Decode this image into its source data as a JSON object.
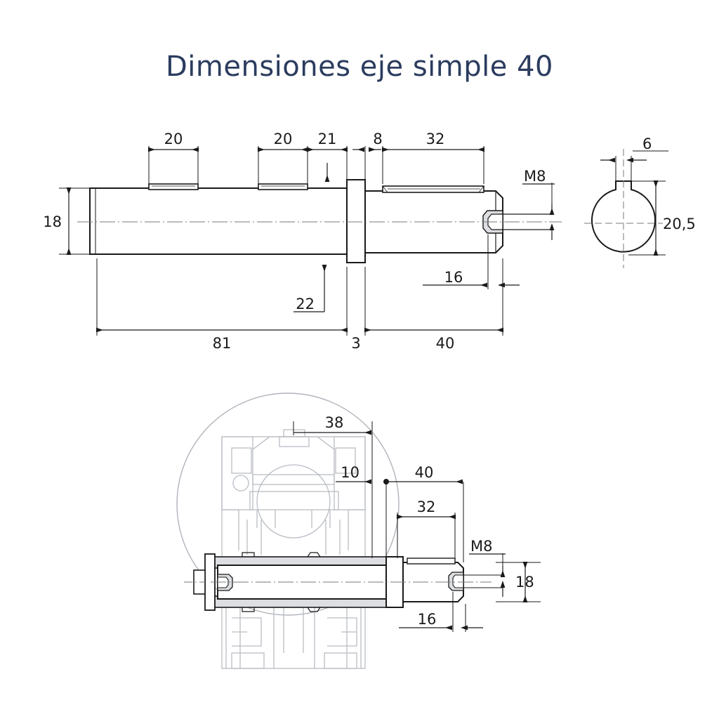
{
  "page": {
    "background_color": "#ffffff",
    "title_color": "#2b3c5e",
    "line_color": "#1a1a1a",
    "ghost_color": "#b8bcc4",
    "fill_gray": "#e2e3e6"
  },
  "header": {
    "title": "Dimensiones eje simple 40"
  },
  "views": {
    "main_side_view": {
      "name": "upper-shaft-side-view",
      "description": "Vista lateral del eje simple con chaveteros y rosca M8"
    },
    "section_view": {
      "name": "shaft-cross-section",
      "description": "Seccion transversal del eje con chavetero"
    },
    "assembly_view": {
      "name": "lower-assembly-view",
      "description": "Eje montado en reductor (contorno fantasma)"
    }
  },
  "dimensions": {
    "upper_top": [
      {
        "label": "20",
        "id": "dim-keyway1-length"
      },
      {
        "label": "20",
        "id": "dim-keyway2-length"
      },
      {
        "label": "21",
        "id": "dim-keyway2-to-collar"
      },
      {
        "label": "8",
        "id": "dim-collar-to-keyway3"
      },
      {
        "label": "32",
        "id": "dim-keyway3-length"
      }
    ],
    "upper_left": [
      {
        "label": "18",
        "id": "dim-shaft-diameter"
      }
    ],
    "upper_right": [
      {
        "label": "M8",
        "id": "dim-thread-m8"
      }
    ],
    "upper_bottom": [
      {
        "label": "22",
        "id": "dim-collar-diameter"
      },
      {
        "label": "81",
        "id": "dim-shaft-length-left"
      },
      {
        "label": "3",
        "id": "dim-collar-width"
      },
      {
        "label": "40",
        "id": "dim-shaft-length-right"
      },
      {
        "label": "16",
        "id": "dim-thread-depth"
      }
    ],
    "section": [
      {
        "label": "6",
        "id": "dim-keyway-width"
      },
      {
        "label": "20,5",
        "id": "dim-section-height"
      }
    ],
    "assembly": [
      {
        "label": "38",
        "id": "dim-assembly-38"
      },
      {
        "label": "10",
        "id": "dim-assembly-10"
      },
      {
        "label": "40",
        "id": "dim-assembly-40"
      },
      {
        "label": "32",
        "id": "dim-assembly-32"
      },
      {
        "label": "16",
        "id": "dim-assembly-16"
      },
      {
        "label": "M8",
        "id": "dim-assembly-m8"
      },
      {
        "label": "18",
        "id": "dim-assembly-18"
      }
    ]
  }
}
